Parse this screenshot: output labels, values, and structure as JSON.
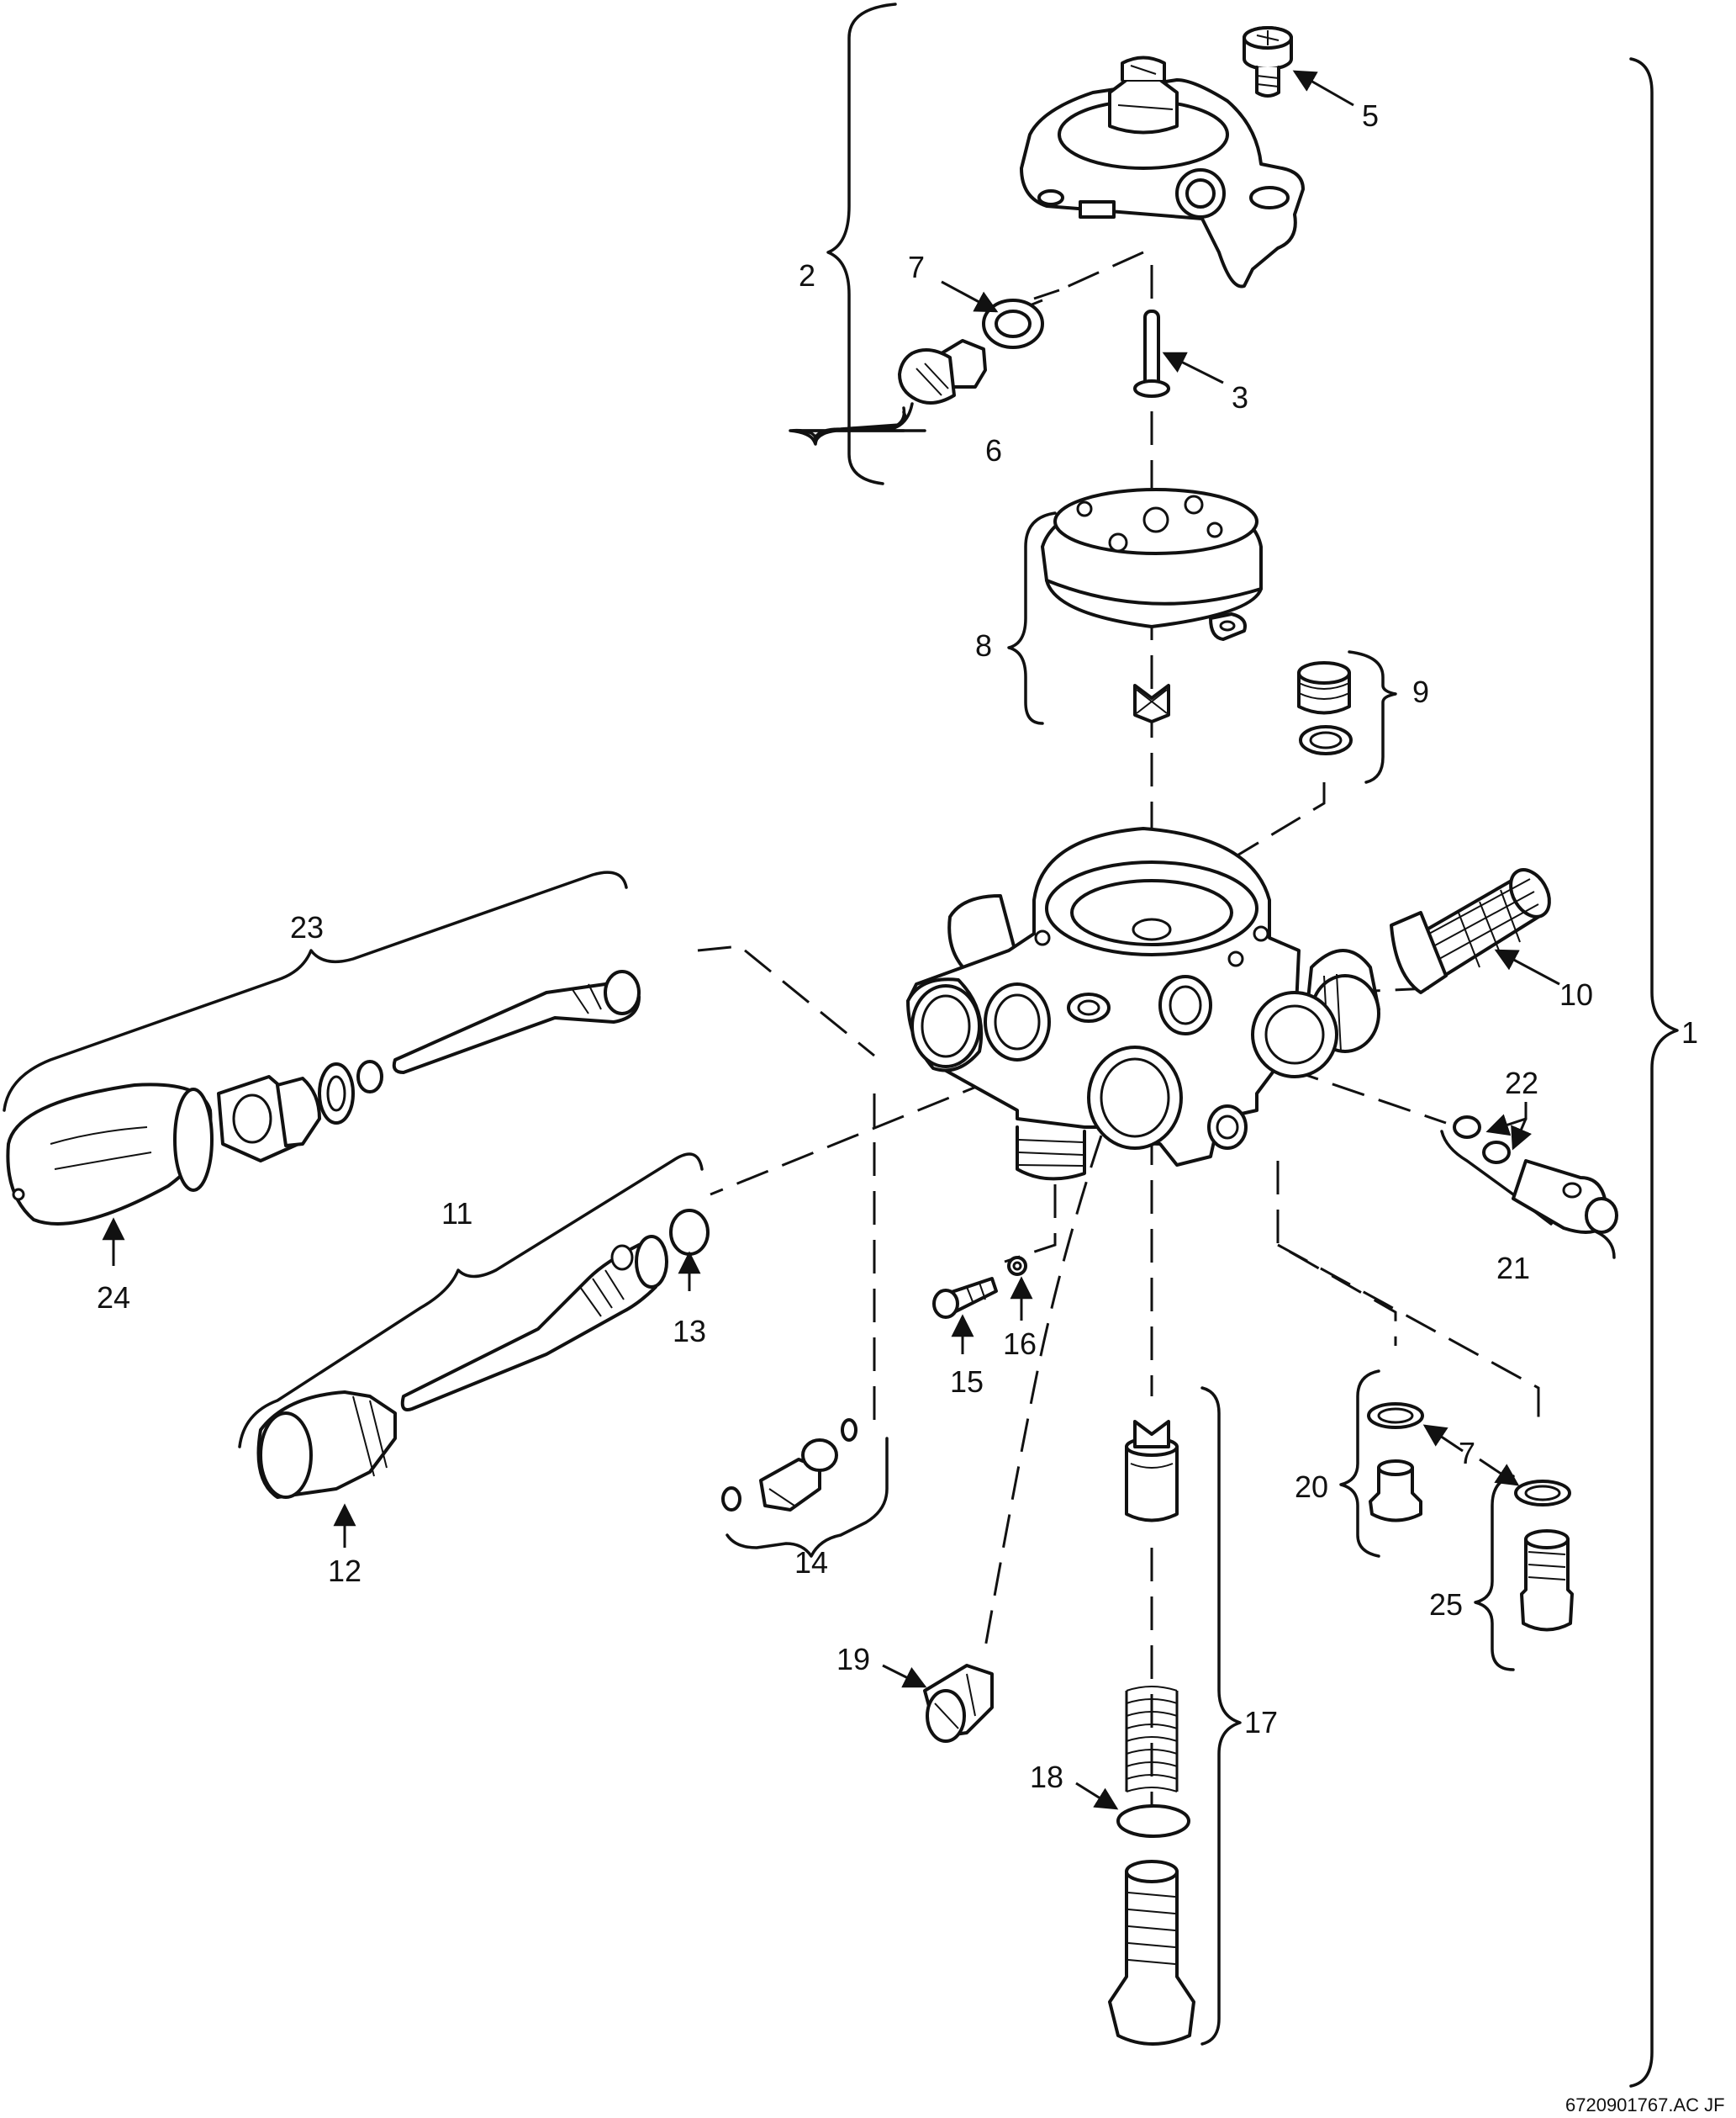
{
  "drawing_code": "6720901767.AC  JF",
  "callouts": {
    "c1": "1",
    "c2": "2",
    "c3": "3",
    "c5": "5",
    "c6": "6",
    "c7a": "7",
    "c7b": "7",
    "c8": "8",
    "c9": "9",
    "c10": "10",
    "c11": "11",
    "c12": "12",
    "c13": "13",
    "c14": "14",
    "c15": "15",
    "c16": "16",
    "c17": "17",
    "c18": "18",
    "c19": "19",
    "c20": "20",
    "c21": "21",
    "c22": "22",
    "c23": "23",
    "c24": "24",
    "c25": "25"
  }
}
